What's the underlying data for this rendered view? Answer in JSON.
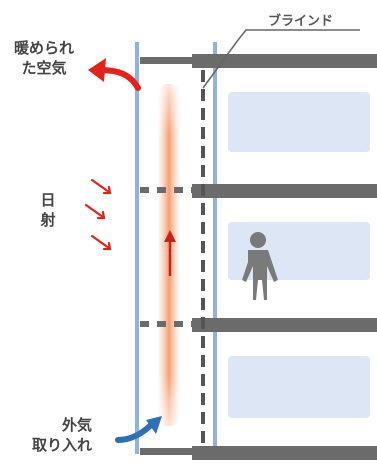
{
  "labels": {
    "warm_air": [
      "暖められ",
      "た空気"
    ],
    "solar": [
      "日",
      "射"
    ],
    "blind": "ブラインド",
    "intake": [
      "外気",
      "取り入れ"
    ]
  },
  "colors": {
    "glass_blue": "#8fb3dd",
    "window_fill": "#dce6f5",
    "slab_gray": "#6b6b6b",
    "warm_red": "#e0241b",
    "air_gradient": "#f5a27a",
    "intake_blue": "#2f6fb3",
    "person_gray": "#7a7a7a"
  },
  "icons": {
    "warm_air_arrow": "curved-arrow-up-left",
    "sun_arrows": "small-right-arrows",
    "air_up_arrow": "arrow-up",
    "intake_arrow": "curved-arrow-up-right",
    "person": "person-silhouette"
  }
}
